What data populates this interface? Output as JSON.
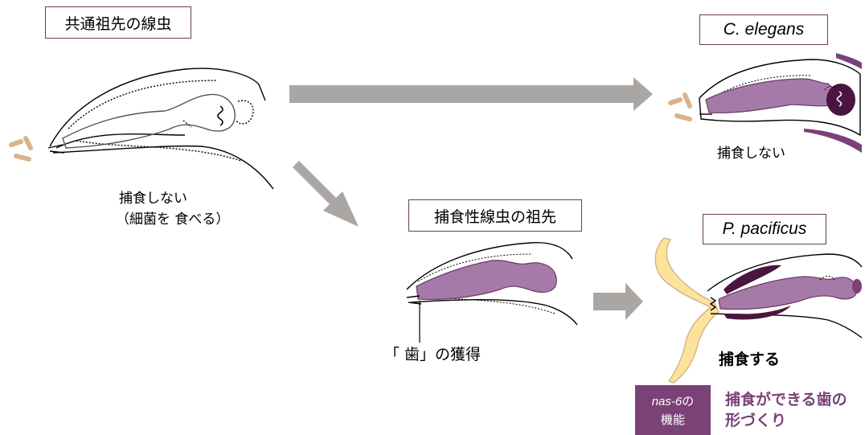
{
  "labels": {
    "ancestor_title": "共通祖先の線虫",
    "ancestor_caption_line1": "捕食しない",
    "ancestor_caption_line2": "（細菌を 食べる）",
    "elegans_title": "C. elegans",
    "elegans_caption": "捕食しない",
    "predator_ancestor_title": "捕食性線虫の祖先",
    "tooth_label": "「 歯」の獲得",
    "pacificus_title": "P. pacificus",
    "pacificus_caption": "捕食する",
    "nas_gene": "nas-6",
    "nas_gene_suffix": "の",
    "nas_function": "機能",
    "nas_desc_line1": "捕食ができる歯の",
    "nas_desc_line2": "形づくり"
  },
  "colors": {
    "pharynx": "#a67aa8",
    "dark_purple": "#4a1540",
    "accent_purple": "#7a4277",
    "arrow_gray": "#aaa6a3",
    "bacteria": "#d9b38c",
    "prey_worm": "#fbe39b"
  }
}
